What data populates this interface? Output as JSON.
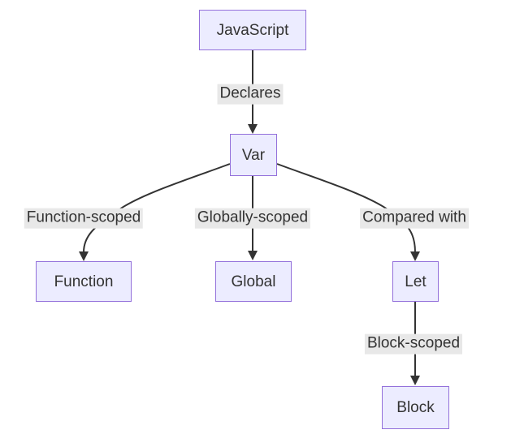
{
  "diagram": {
    "type": "flowchart",
    "direction": "top-down",
    "topic": "JavaScript var scoping",
    "colors": {
      "node_fill": "#ECECFF",
      "node_border": "#9370DB",
      "edge_stroke": "#333333",
      "text": "#333333",
      "edge_label_background": "#e8e8e8",
      "canvas_background": "#ffffff"
    },
    "nodes": [
      {
        "id": "javascript",
        "label": "JavaScript"
      },
      {
        "id": "var",
        "label": "Var"
      },
      {
        "id": "function",
        "label": "Function"
      },
      {
        "id": "global",
        "label": "Global"
      },
      {
        "id": "let",
        "label": "Let"
      },
      {
        "id": "block",
        "label": "Block"
      }
    ],
    "edges": [
      {
        "from": "javascript",
        "to": "var",
        "label": "Declares"
      },
      {
        "from": "var",
        "to": "function",
        "label": "Function-scoped"
      },
      {
        "from": "var",
        "to": "global",
        "label": "Globally-scoped"
      },
      {
        "from": "var",
        "to": "let",
        "label": "Compared with"
      },
      {
        "from": "let",
        "to": "block",
        "label": "Block-scoped"
      }
    ]
  }
}
